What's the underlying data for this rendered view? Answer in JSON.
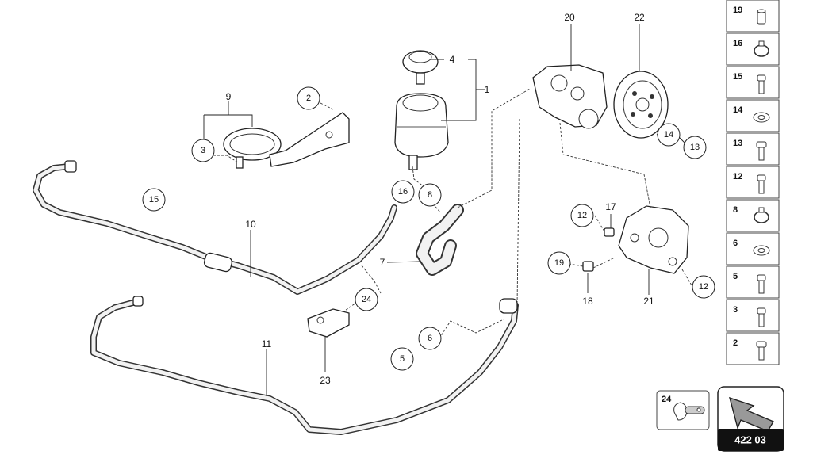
{
  "diagram": {
    "page_code": "422 03",
    "circled_labels": {
      "c2": "2",
      "c3": "3",
      "c15": "15",
      "c16": "16",
      "c8": "8",
      "c24": "24",
      "c6": "6",
      "c5": "5",
      "c14": "14",
      "c13": "13",
      "c12a": "12",
      "c19": "19",
      "c12b": "12"
    },
    "plain_labels": {
      "p9": "9",
      "p4": "4",
      "p1": "1",
      "p10": "10",
      "p7": "7",
      "p11": "11",
      "p23": "23",
      "p20": "20",
      "p22": "22",
      "p17": "17",
      "p18": "18",
      "p21": "21"
    },
    "legend": [
      {
        "number": "19",
        "icon": "sleeve-icon"
      },
      {
        "number": "16",
        "icon": "hose-clamp-icon"
      },
      {
        "number": "15",
        "icon": "bolt-icon"
      },
      {
        "number": "14",
        "icon": "washer-icon"
      },
      {
        "number": "13",
        "icon": "hex-bolt-icon"
      },
      {
        "number": "12",
        "icon": "bolt-icon"
      },
      {
        "number": "8",
        "icon": "hose-clamp-icon"
      },
      {
        "number": "6",
        "icon": "washer-icon"
      },
      {
        "number": "5",
        "icon": "bolt-icon"
      },
      {
        "number": "3",
        "icon": "bolt-icon"
      },
      {
        "number": "2",
        "icon": "hex-bolt-icon"
      }
    ],
    "detail_label": "24"
  }
}
